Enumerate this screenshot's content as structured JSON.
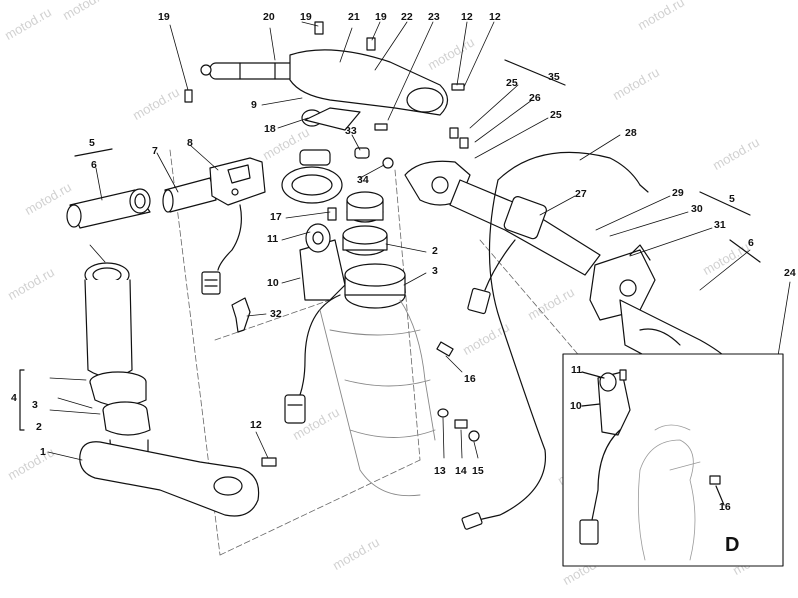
{
  "watermark": "motod.ru",
  "inset": {
    "letter": "D"
  },
  "callouts": [
    "19",
    "20",
    "19",
    "21",
    "19",
    "22",
    "23",
    "12",
    "12",
    "35",
    "25",
    "26",
    "25",
    "28",
    "5",
    "6",
    "7",
    "8",
    "9",
    "18",
    "33",
    "34",
    "17",
    "11",
    "2",
    "10",
    "3",
    "32",
    "27",
    "29",
    "30",
    "5",
    "31",
    "6",
    "24",
    "16",
    "11",
    "10",
    "4",
    "3",
    "2",
    "1",
    "12",
    "13",
    "14",
    "15",
    "16"
  ]
}
